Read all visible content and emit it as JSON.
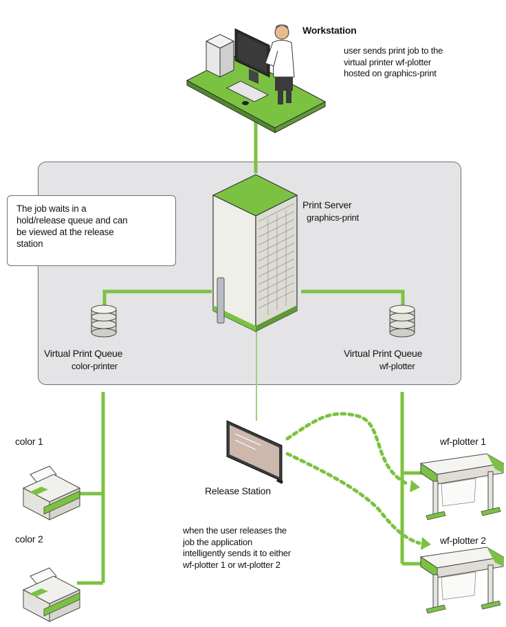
{
  "workstation": {
    "title": "Workstation",
    "note": [
      "user sends print job to the",
      "virtual printer wf-plotter",
      "hosted on graphics-print"
    ]
  },
  "callout": {
    "lines": [
      "The job waits in a",
      "hold/release queue and can",
      "be viewed at the release",
      "station"
    ]
  },
  "print_server": {
    "title": "Print Server",
    "name": "graphics-print"
  },
  "queue_left": {
    "title": "Virtual Print Queue",
    "name": "color-printer"
  },
  "queue_right": {
    "title": "Virtual Print Queue",
    "name": "wf-plotter"
  },
  "printers": {
    "color1": "color 1",
    "color2": "color 2",
    "plotter1": "wf-plotter 1",
    "plotter2": "wf-plotter 2"
  },
  "release_station": {
    "title": "Release Station",
    "note": [
      "when the user releases the",
      "job the application",
      "intelligently sends it to either",
      "wf-plotter 1 or wt-plotter 2"
    ]
  },
  "colors": {
    "accent_green": "#7cc242",
    "panel_gray": "#e4e4e6",
    "outline": "#6f6f73"
  }
}
